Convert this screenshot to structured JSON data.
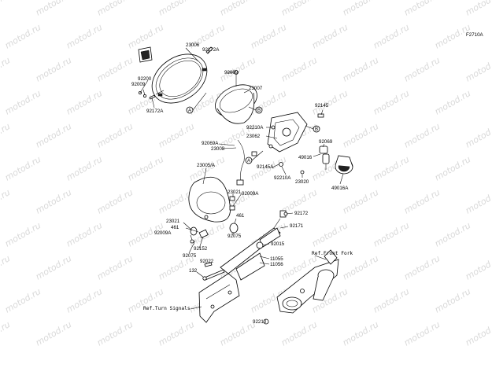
{
  "diagram_id": "F2710A",
  "watermark_text": "motod.ru",
  "part_labels": [
    {
      "id": "l_23006",
      "text": "23006"
    },
    {
      "id": "l_92172A_top",
      "text": "92172A"
    },
    {
      "id": "l_92009_top",
      "text": "92009"
    },
    {
      "id": "l_92200",
      "text": "92200"
    },
    {
      "id": "l_92009_left",
      "text": "92009"
    },
    {
      "id": "l_92172A_left",
      "text": "92172A"
    },
    {
      "id": "l_23007",
      "text": "23007"
    },
    {
      "id": "l_92145",
      "text": "92145"
    },
    {
      "id": "l_92210A_a",
      "text": "92210A"
    },
    {
      "id": "l_23062",
      "text": "23062"
    },
    {
      "id": "l_92069A",
      "text": "92069A"
    },
    {
      "id": "l_23008",
      "text": "23008"
    },
    {
      "id": "l_92069",
      "text": "92069"
    },
    {
      "id": "l_49016",
      "text": "49016"
    },
    {
      "id": "l_92145A",
      "text": "92145A"
    },
    {
      "id": "l_92210A_b",
      "text": "92210A"
    },
    {
      "id": "l_23020",
      "text": "23020"
    },
    {
      "id": "l_49016A",
      "text": "49016A"
    },
    {
      "id": "l_23005A",
      "text": "23005/A"
    },
    {
      "id": "l_23021_a",
      "text": "23021"
    },
    {
      "id": "l_92009A_a",
      "text": "92009A"
    },
    {
      "id": "l_461_a",
      "text": "461"
    },
    {
      "id": "l_92172",
      "text": "92172"
    },
    {
      "id": "l_23021_b",
      "text": "23021"
    },
    {
      "id": "l_461_b",
      "text": "461"
    },
    {
      "id": "l_92171",
      "text": "92171"
    },
    {
      "id": "l_92009A_b",
      "text": "92009A"
    },
    {
      "id": "l_92075_a",
      "text": "92075"
    },
    {
      "id": "l_92015",
      "text": "92015"
    },
    {
      "id": "l_92152",
      "text": "92152"
    },
    {
      "id": "l_92075_b",
      "text": "92075"
    },
    {
      "id": "l_ref_fork",
      "text": "Ref.Front Fork"
    },
    {
      "id": "l_11055",
      "text": "11055"
    },
    {
      "id": "l_11056",
      "text": "11056"
    },
    {
      "id": "l_92022",
      "text": "92022"
    },
    {
      "id": "l_132",
      "text": "132"
    },
    {
      "id": "l_ref_turn",
      "text": "Ref.Turn Signals"
    },
    {
      "id": "l_92210",
      "text": "92210"
    }
  ],
  "callouts": [
    {
      "id": "c_A_left",
      "text": "A"
    },
    {
      "id": "c_B_top",
      "text": "B"
    },
    {
      "id": "c_B_mid",
      "text": "B"
    },
    {
      "id": "c_A_mid",
      "text": "A"
    }
  ]
}
